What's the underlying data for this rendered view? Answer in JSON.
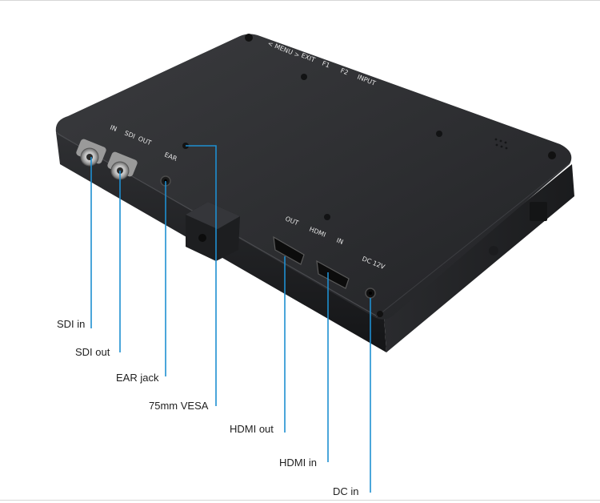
{
  "device_labels": {
    "menu_row": "< MENU >",
    "exit": "EXIT",
    "f1": "F1",
    "f2": "F2",
    "input": "INPUT",
    "sdi_in": "IN",
    "sdi": "SDI",
    "sdi_out": "OUT",
    "ear": "EAR",
    "hdmi_out": "OUT",
    "hdmi": "HDMI",
    "hdmi_in": "IN",
    "dc": "DC 12V"
  },
  "callouts": {
    "sdi_in": "SDI in",
    "sdi_out": "SDI out",
    "ear_jack": "EAR jack",
    "vesa": "75mm VESA",
    "hdmi_out": "HDMI out",
    "hdmi_in": "HDMI in",
    "dc_in": "DC in"
  },
  "colors": {
    "leader": "#1e8fd1",
    "body": "#2a2b2d",
    "background": "#ffffff"
  }
}
